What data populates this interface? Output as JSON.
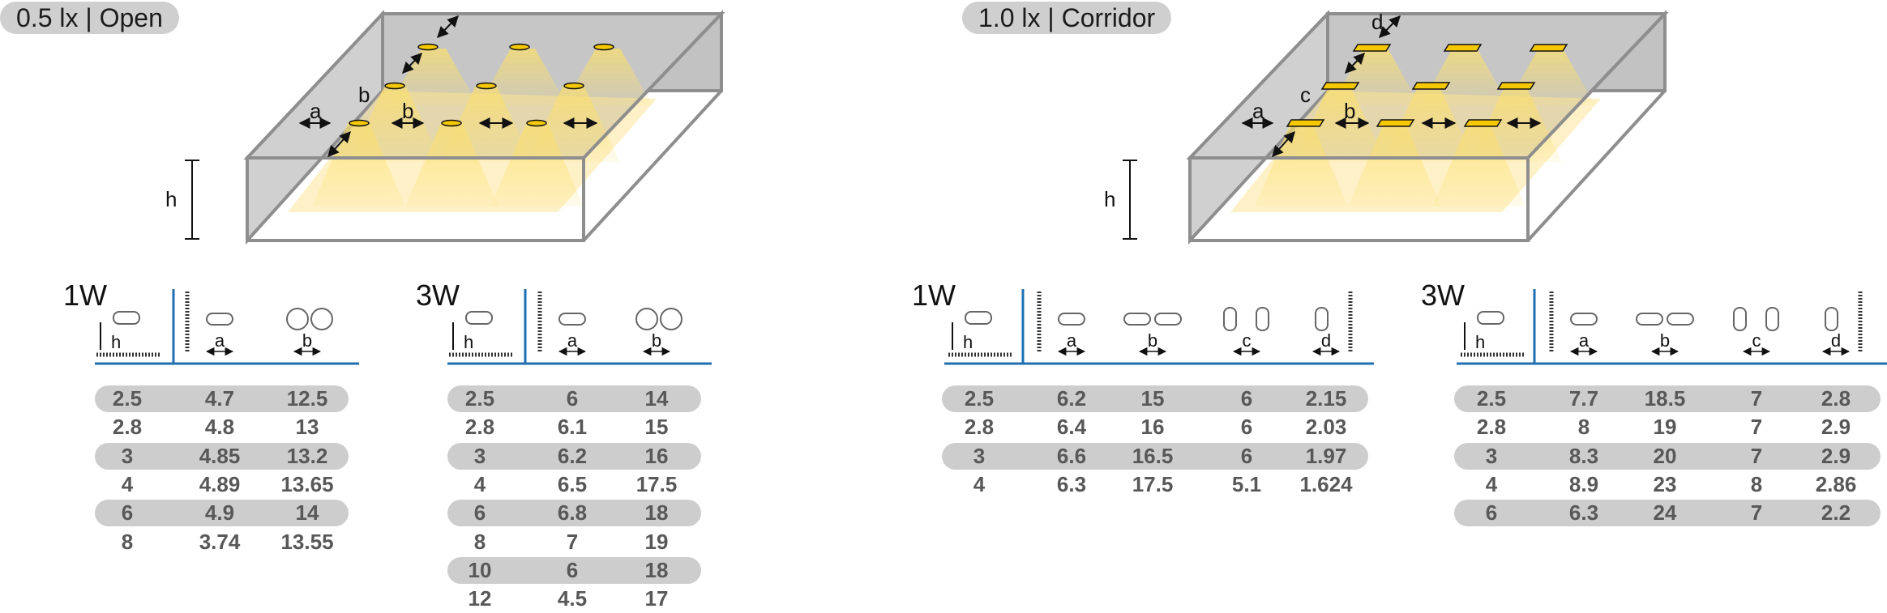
{
  "left": {
    "badge": "0.5 lx | Open",
    "room_labels": {
      "a": "a",
      "b1": "b",
      "b2": "b",
      "h": "h"
    },
    "tables": [
      {
        "wattage": "1W",
        "icon_labels": [
          "h",
          "a",
          "b"
        ],
        "rows": [
          [
            "2.5",
            "4.7",
            "12.5"
          ],
          [
            "2.8",
            "4.8",
            "13"
          ],
          [
            "3",
            "4.85",
            "13.2"
          ],
          [
            "4",
            "4.89",
            "13.65"
          ],
          [
            "6",
            "4.9",
            "14"
          ],
          [
            "8",
            "3.74",
            "13.55"
          ]
        ]
      },
      {
        "wattage": "3W",
        "icon_labels": [
          "h",
          "a",
          "b"
        ],
        "rows": [
          [
            "2.5",
            "6",
            "14"
          ],
          [
            "2.8",
            "6.1",
            "15"
          ],
          [
            "3",
            "6.2",
            "16"
          ],
          [
            "4",
            "6.5",
            "17.5"
          ],
          [
            "6",
            "6.8",
            "18"
          ],
          [
            "8",
            "7",
            "19"
          ],
          [
            "10",
            "6",
            "18"
          ],
          [
            "12",
            "4.5",
            "17"
          ]
        ]
      }
    ]
  },
  "right": {
    "badge": "1.0 lx | Corridor",
    "room_labels": {
      "a": "a",
      "b": "b",
      "c": "c",
      "d": "d",
      "h": "h"
    },
    "tables": [
      {
        "wattage": "1W",
        "icon_labels": [
          "h",
          "a",
          "b",
          "c",
          "d"
        ],
        "rows": [
          [
            "2.5",
            "6.2",
            "15",
            "6",
            "2.15"
          ],
          [
            "2.8",
            "6.4",
            "16",
            "6",
            "2.03"
          ],
          [
            "3",
            "6.6",
            "16.5",
            "6",
            "1.97"
          ],
          [
            "4",
            "6.3",
            "17.5",
            "5.1",
            "1.624"
          ]
        ]
      },
      {
        "wattage": "3W",
        "icon_labels": [
          "h",
          "a",
          "b",
          "c",
          "d"
        ],
        "rows": [
          [
            "2.5",
            "7.7",
            "18.5",
            "7",
            "2.8"
          ],
          [
            "2.8",
            "8",
            "19",
            "7",
            "2.9"
          ],
          [
            "3",
            "8.3",
            "20",
            "7",
            "2.9"
          ],
          [
            "4",
            "8.9",
            "23",
            "8",
            "2.86"
          ],
          [
            "6",
            "6.3",
            "24",
            "7",
            "2.2"
          ]
        ]
      }
    ]
  },
  "colors": {
    "accent_blue": "#1f6fb2",
    "room_gray": "#bfbfbf",
    "light_yellow": "#fde068",
    "badge_gray": "#cfcfcf"
  }
}
